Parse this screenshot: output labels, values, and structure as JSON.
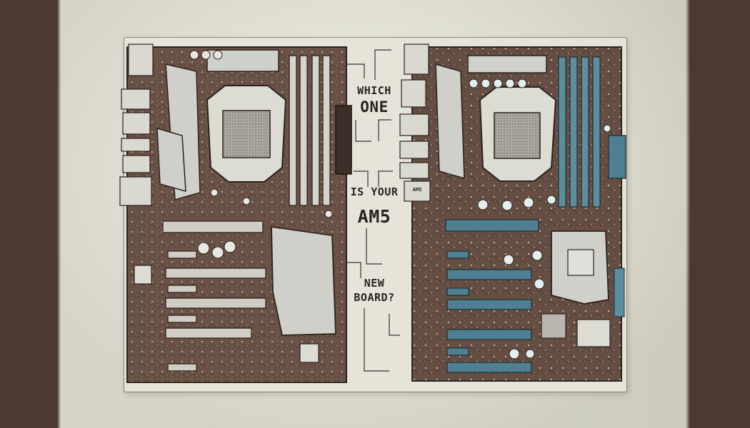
{
  "caption": {
    "line1": "WHICH",
    "line2": "ONE",
    "line3": "IS YOUR",
    "line4": "AM5",
    "line5": "NEW",
    "line6": "BOARD?"
  },
  "labels": {
    "left_chip": "",
    "right_chip_top": "AM5",
    "right_chip_bottom": ""
  },
  "colors": {
    "pcb": "#6b5246",
    "pcb_dark": "#3d2e27",
    "metal": "#d8d9d2",
    "accent_right": "#5c8ea0",
    "background": "#e6e4d8"
  }
}
